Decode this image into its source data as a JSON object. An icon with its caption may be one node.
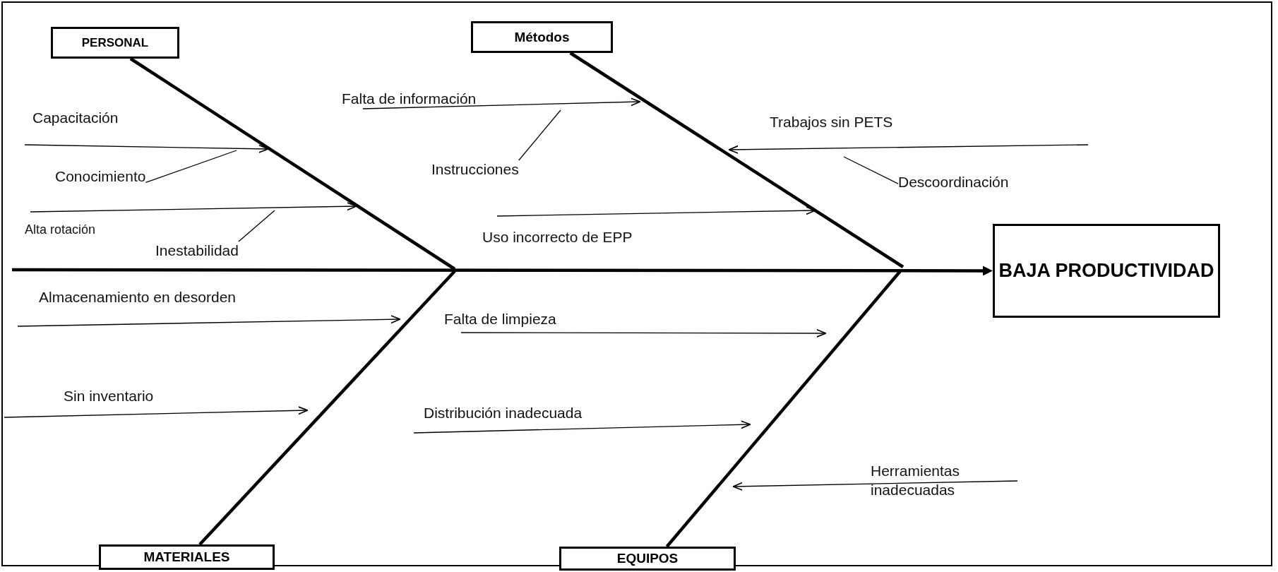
{
  "diagram": {
    "nodes": [
      {
        "text": [
          "PERSONAL"
        ]
      },
      {
        "text": [
          "Métodos"
        ]
      },
      {
        "text": [
          "MATERIALES"
        ]
      },
      {
        "text": [
          "EQUIPOS"
        ]
      },
      {
        "text": [
          "BAJA PRODUCTIVIDAD"
        ]
      },
      {
        "text": [
          "Conocimiento"
        ]
      },
      {
        "text": [
          "Inestabilidad"
        ]
      },
      {
        "text": [
          "Instrucciones"
        ]
      },
      {
        "text": [
          "Descoordinación"
        ]
      }
    ],
    "edges": [
      {
        "from": 0,
        "to": null,
        "arrow": "none"
      },
      {
        "from": 1,
        "to": null,
        "arrow": "none"
      },
      {
        "from": 2,
        "to": null,
        "arrow": "none"
      },
      {
        "from": 3,
        "to": null,
        "arrow": "none"
      },
      {
        "from": null,
        "to": 4,
        "arrow": "to"
      },
      {
        "from": 5,
        "to": null,
        "arrow": "none"
      },
      {
        "from": 6,
        "to": null,
        "arrow": "none"
      },
      {
        "from": 7,
        "to": null,
        "arrow": "none"
      },
      {
        "from": 8,
        "to": null,
        "arrow": "none"
      }
    ],
    "labels": [
      "Capacitación",
      "Alta rotación",
      "Falta de información",
      "Trabajos sin PETS",
      "Uso incorrecto de EPP",
      "Almacenamiento en desorden",
      "Sin inventario",
      "Falta de limpieza",
      "Distribución inadecuada",
      "Herramientas inadecuadas"
    ]
  }
}
